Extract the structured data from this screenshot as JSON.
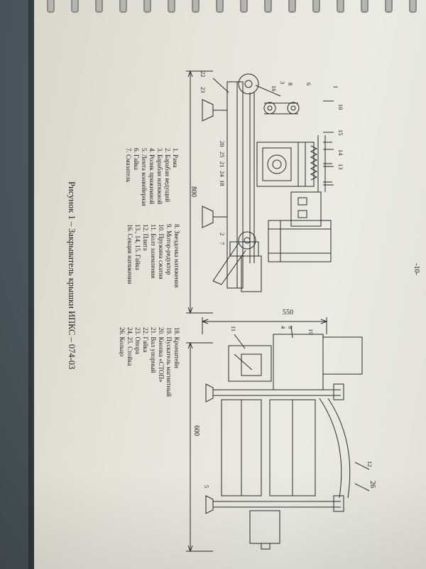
{
  "page_number": "-10-",
  "caption": "Рисунок 1 – Закрыватель крышки ИПКС – 074-03",
  "legend": {
    "col1": [
      "1. Рама",
      "2. Барабан ведущий",
      "3. Барабан натяжной",
      "4. Ролик прижимной",
      "5. Лента конвейерная",
      "6. Гайка",
      "7. Смазатель"
    ],
    "col2": [
      "8. Звездочка натяжения",
      "9. Мотор-редуктор",
      "10. Пружина сжатия",
      "11. Болт заземления",
      "12. Плита",
      "13., 14, 15. Гайка",
      "16. Секция натяжения"
    ],
    "col3": [
      "18. Кронштейн",
      "19. Пускатель магнитный",
      "20. Кнопка «СТОП»",
      "21. Вал упорный",
      "22. Гайка",
      "23. Опора",
      "24, 25. Стойка",
      "26. Кольцо"
    ]
  },
  "dimensions": {
    "d800": "800",
    "d550": "550",
    "d600": "600"
  },
  "callouts_left": [
    "22",
    "23",
    "16",
    "3",
    "8",
    "6",
    "1",
    "10",
    "15",
    "14",
    "13",
    "20",
    "25",
    "21",
    "24",
    "18",
    "2",
    "7"
  ],
  "callouts_right": [
    "11",
    "4",
    "9",
    "19",
    "5",
    "12",
    "26"
  ]
}
